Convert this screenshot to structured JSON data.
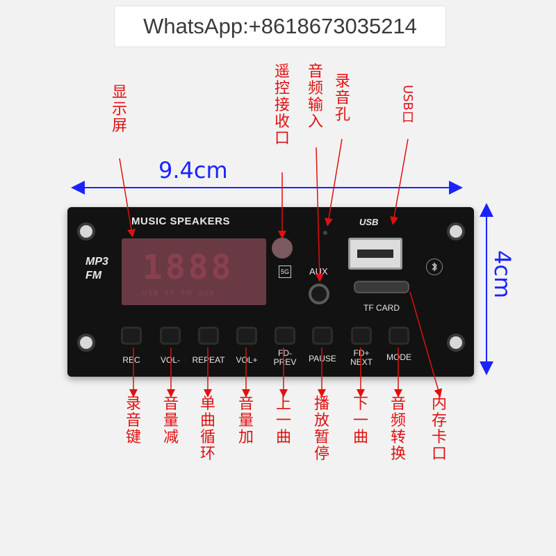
{
  "watermark": "WhatsApp:+8618673035214",
  "dimensions": {
    "width_label": "9.4cm",
    "height_label": "4cm"
  },
  "board": {
    "brand": "MUSIC SPEAKERS",
    "mp3": "MP3",
    "fm": "FM",
    "display_digits": "1888",
    "display_modes": "USB TF FM AUX",
    "aux": "AUX",
    "usb_mark": "USB",
    "tf_card": "TF CARD",
    "bluetooth_icon": "bluetooth-icon",
    "buttons": [
      {
        "label": "REC"
      },
      {
        "label": "VOL-"
      },
      {
        "label": "REPEAT"
      },
      {
        "label": "VOL+"
      },
      {
        "label": "FD-\nPREV"
      },
      {
        "label": "PAUSE"
      },
      {
        "label": "FD+\nNEXT"
      },
      {
        "label": "MODE"
      }
    ]
  },
  "annotations": {
    "display": "显示屏",
    "ir_receiver": "遥控接收口",
    "audio_input": "音频输入",
    "mic_hole": "录音孔",
    "usb_port": "USB口",
    "record_key": "录音键",
    "volume_down": "音量减",
    "single_repeat": "单曲循环",
    "volume_up": "音量加",
    "prev_track": "上一曲",
    "play_pause": "播放暂停",
    "next_track": "下一曲",
    "mode_switch": "音频转换",
    "memory_card": "内存卡口"
  },
  "colors": {
    "annotation": "#e01010",
    "dimension": "#1a23ff",
    "board": "#121212"
  }
}
